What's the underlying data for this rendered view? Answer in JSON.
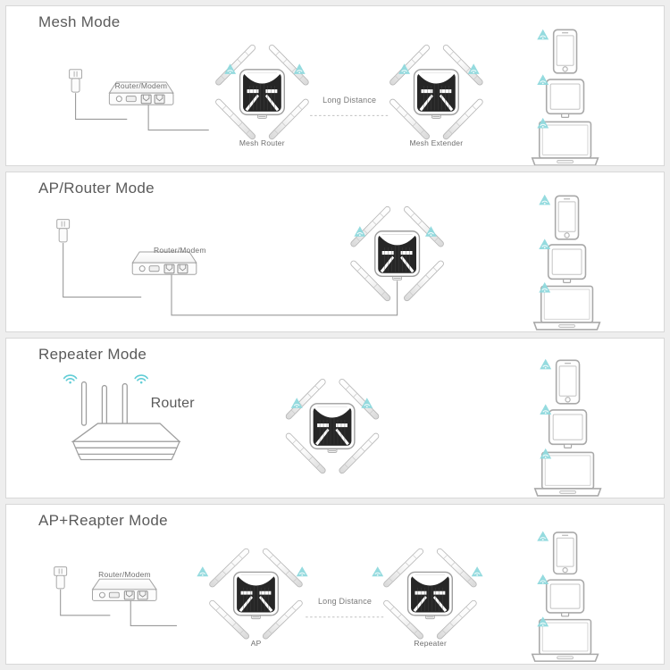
{
  "document": {
    "title": "Wireless Operating Modes Diagram",
    "background_color": "#eeeeee",
    "panel_background": "#ffffff",
    "accent_color": "#7fd4d8",
    "line_color": "#9a9a9a",
    "text_color": "#5a5a5a",
    "device_body_color": "#262626"
  },
  "panels": [
    {
      "id": "mesh-mode",
      "title": "Mesh Mode",
      "labels": {
        "router_modem": "Router/Modem",
        "device_left": "Mesh Router",
        "device_right": "Mesh Extender",
        "link": "Long Distance"
      },
      "nodes": [
        "power-adapter",
        "router-modem",
        "mesh-router",
        "mesh-extender",
        "client-devices"
      ],
      "clients": [
        "smartphone",
        "tablet",
        "laptop"
      ]
    },
    {
      "id": "ap-router-mode",
      "title": "AP/Router Mode",
      "labels": {
        "router_modem": "Router/Modem"
      },
      "nodes": [
        "power-adapter",
        "router-modem",
        "access-point",
        "client-devices"
      ],
      "clients": [
        "smartphone",
        "tablet",
        "laptop"
      ]
    },
    {
      "id": "repeater-mode",
      "title": "Repeater Mode",
      "labels": {
        "router": "Router"
      },
      "nodes": [
        "wifi-router",
        "repeater-unit",
        "client-devices"
      ],
      "clients": [
        "smartphone",
        "tablet",
        "laptop"
      ]
    },
    {
      "id": "ap-repeater-mode",
      "title": "AP+Reapter Mode",
      "labels": {
        "router_modem": "Router/Modem",
        "device_left": "AP",
        "device_right": "Repeater",
        "link": "Long Distance"
      },
      "nodes": [
        "power-adapter",
        "router-modem",
        "ap-unit",
        "repeater-unit",
        "client-devices"
      ],
      "clients": [
        "smartphone",
        "tablet",
        "laptop"
      ]
    }
  ]
}
